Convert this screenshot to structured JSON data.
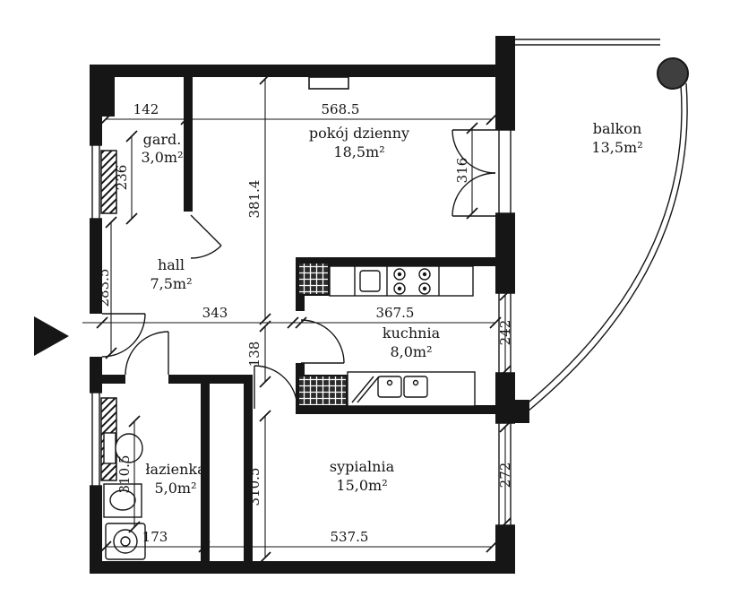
{
  "rooms": {
    "gard": {
      "name": "gard.",
      "area": "3,0m²"
    },
    "pokoj_dzienny": {
      "name": "pokój dzienny",
      "area": "18,5m²"
    },
    "balkon": {
      "name": "balkon",
      "area": "13,5m²"
    },
    "hall": {
      "name": "hall",
      "area": "7,5m²"
    },
    "kuchnia": {
      "name": "kuchnia",
      "area": "8,0m²"
    },
    "lazienka": {
      "name": "łazienka",
      "area": "5,0m²"
    },
    "sypialnia": {
      "name": "sypialnia",
      "area": "15,0m²"
    }
  },
  "dims": {
    "top_left": "142",
    "top_main": "568.5",
    "gard_height": "236",
    "pokoj_window": "316",
    "pokoj_depth": "381.4",
    "hall_height": "283.5",
    "hall_width": "343",
    "kuchnia_width": "367.5",
    "corridor": "138",
    "kuchnia_window": "242",
    "lazienka_height": "310.5",
    "sypialnia_height": "310.5",
    "sypialnia_window": "272",
    "lazienka_width": "173",
    "sypialnia_width": "537.5"
  },
  "colors": {
    "ink": "#161616",
    "paper": "#ffffff"
  }
}
